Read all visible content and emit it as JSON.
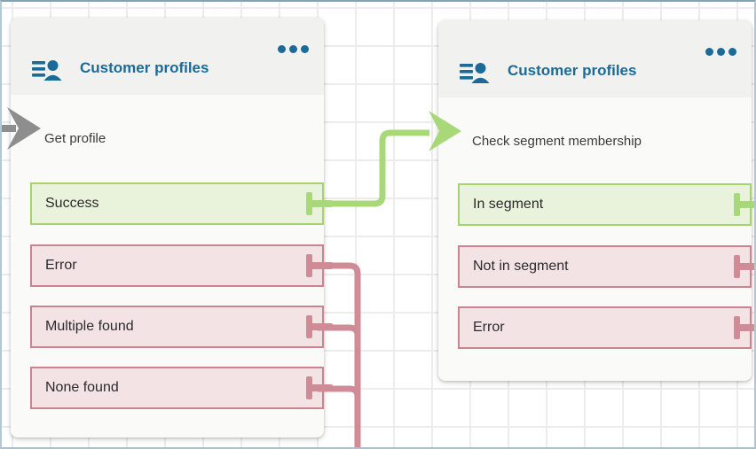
{
  "app": {
    "view": "contact-flow-canvas"
  },
  "colors": {
    "brand_blue": "#1b6a98",
    "header_gray": "#f1f1ef",
    "card_body": "#fafaf9",
    "grid_line": "#ececec",
    "success_fill": "#e9f2da",
    "success_border": "#a5d46e",
    "success_connector": "#a8d878",
    "error_fill": "#f4e3e5",
    "error_border": "#c9848f",
    "error_connector": "#cf8b96",
    "incoming_arrow_gray": "#8e8e8e"
  },
  "nodes": [
    {
      "title": "Customer profiles",
      "step_label": "Get profile",
      "menu": "ellipsis",
      "ports": [
        {
          "label": "Success",
          "status": "success"
        },
        {
          "label": "Error",
          "status": "error"
        },
        {
          "label": "Multiple found",
          "status": "error"
        },
        {
          "label": "None found",
          "status": "error"
        }
      ]
    },
    {
      "title": "Customer profiles",
      "step_label": "Check segment membership",
      "menu": "ellipsis",
      "ports": [
        {
          "label": "In segment",
          "status": "success"
        },
        {
          "label": "Not in segment",
          "status": "error"
        },
        {
          "label": "Error",
          "status": "error"
        }
      ]
    }
  ],
  "connections": [
    {
      "from": "Get profile / Success",
      "to": "Check segment membership",
      "status": "success"
    },
    {
      "from": "Get profile / Error",
      "to": "off-screen below",
      "status": "error"
    },
    {
      "from": "Get profile / Multiple found",
      "to": "off-screen below",
      "status": "error"
    },
    {
      "from": "Get profile / None found",
      "to": "off-screen below",
      "status": "error"
    }
  ]
}
